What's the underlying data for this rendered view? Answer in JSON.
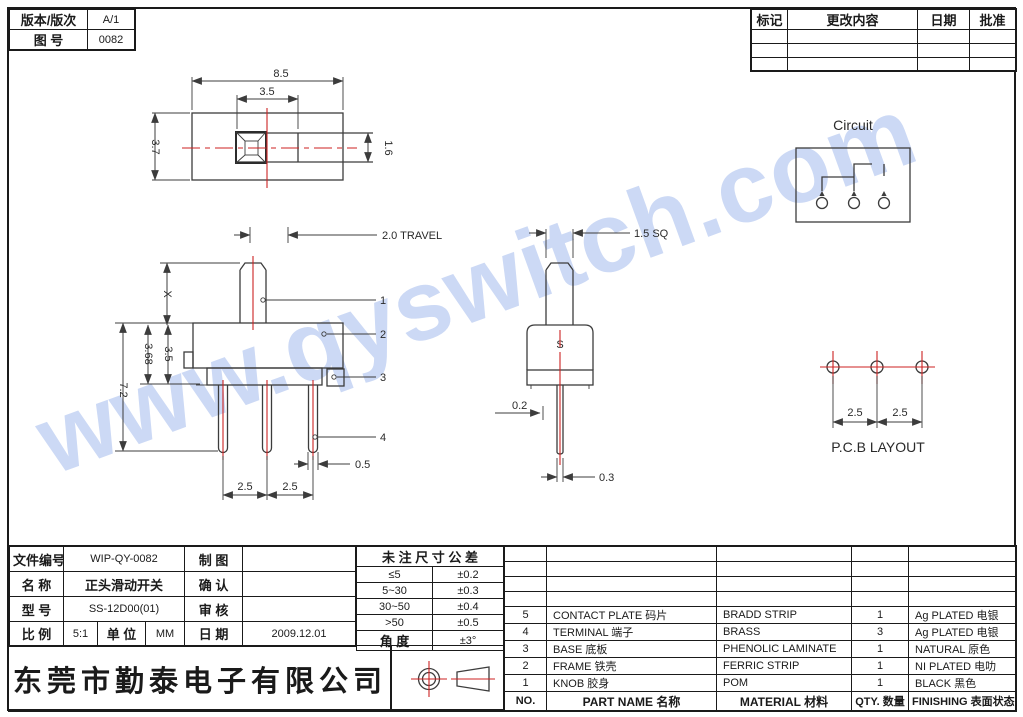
{
  "sheet": {
    "rev": {
      "label": "版本/版次",
      "value": "A/1"
    },
    "dwg": {
      "label": "图 号",
      "value": "0082"
    },
    "change_table": {
      "headers": [
        "标记",
        "更改内容",
        "日期",
        "批准"
      ]
    },
    "watermark": "www.qyswitch.com",
    "company": "东莞市勤泰电子有限公司"
  },
  "drawing": {
    "top_view": {
      "dim_width": "8.5",
      "dim_slot": "3.5",
      "dim_height": "3.7",
      "dim_knob": "1.6"
    },
    "front_view": {
      "travel": "2.0 TRAVEL",
      "dim_x": "X",
      "dim_body": "3.5",
      "dim_base": "3.68",
      "dim_total": "7.2",
      "dim_pitch_left": "2.5",
      "dim_pitch_right": "2.5",
      "dim_pin_width": "0.5",
      "balloon_1": "1",
      "balloon_2": "2",
      "balloon_3": "3",
      "balloon_4": "4"
    },
    "side_view": {
      "dim_sq": "1.5 SQ",
      "marking": "S",
      "dim_offset": "0.2",
      "dim_pin_thickness": "0.3"
    },
    "circuit": {
      "title": "Circuit"
    },
    "pcb": {
      "title": "P.C.B LAYOUT",
      "dim_left": "2.5",
      "dim_right": "2.5"
    }
  },
  "title_block": {
    "file_no": {
      "label": "文件编号",
      "value": "WIP-QY-0082"
    },
    "name": {
      "label": "名  称",
      "value": "正头滑动开关"
    },
    "model": {
      "label": "型  号",
      "value": "SS-12D00(01)"
    },
    "scale": {
      "label": "比  例",
      "value": "5:1"
    },
    "unit": {
      "label": "单  位",
      "value": "MM"
    },
    "drafted": {
      "label": "制  图",
      "value": ""
    },
    "confirmed": {
      "label": "确  认",
      "value": ""
    },
    "checked": {
      "label": "审  核",
      "value": ""
    },
    "date": {
      "label": "日  期",
      "value": "2009.12.01"
    }
  },
  "tolerance_table": {
    "title": "未 注 尺 寸 公 差",
    "rows": [
      {
        "range": "≤5",
        "tol": "±0.2"
      },
      {
        "range": "5~30",
        "tol": "±0.3"
      },
      {
        "range": "30~50",
        "tol": "±0.4"
      },
      {
        "range": ">50",
        "tol": "±0.5"
      },
      {
        "range": "角 度",
        "tol": "±3°"
      }
    ]
  },
  "parts_table": {
    "header": {
      "no": "NO.",
      "name": "PART NAME 名称",
      "material": "MATERIAL 材料",
      "qty": "QTY. 数量",
      "finishing": "FINISHING 表面状态"
    },
    "rows": [
      {
        "no": "5",
        "name": "CONTACT PLATE 码片",
        "material": "BRADD STRIP",
        "qty": "1",
        "finishing": "Ag PLATED 电银"
      },
      {
        "no": "4",
        "name": "TERMINAL 端子",
        "material": "BRASS",
        "qty": "3",
        "finishing": "Ag PLATED 电银"
      },
      {
        "no": "3",
        "name": "BASE 底板",
        "material": "PHENOLIC LAMINATE",
        "qty": "1",
        "finishing": "NATURAL 原色"
      },
      {
        "no": "2",
        "name": "FRAME 铁壳",
        "material": "FERRIC STRIP",
        "qty": "1",
        "finishing": "NI PLATED 电叻"
      },
      {
        "no": "1",
        "name": "KNOB 胶身",
        "material": "POM",
        "qty": "1",
        "finishing": "BLACK 黑色"
      }
    ]
  },
  "colors": {
    "line": "#3c3c3c",
    "centerline": "#cc2222",
    "watermark": "#ccd9f5"
  }
}
